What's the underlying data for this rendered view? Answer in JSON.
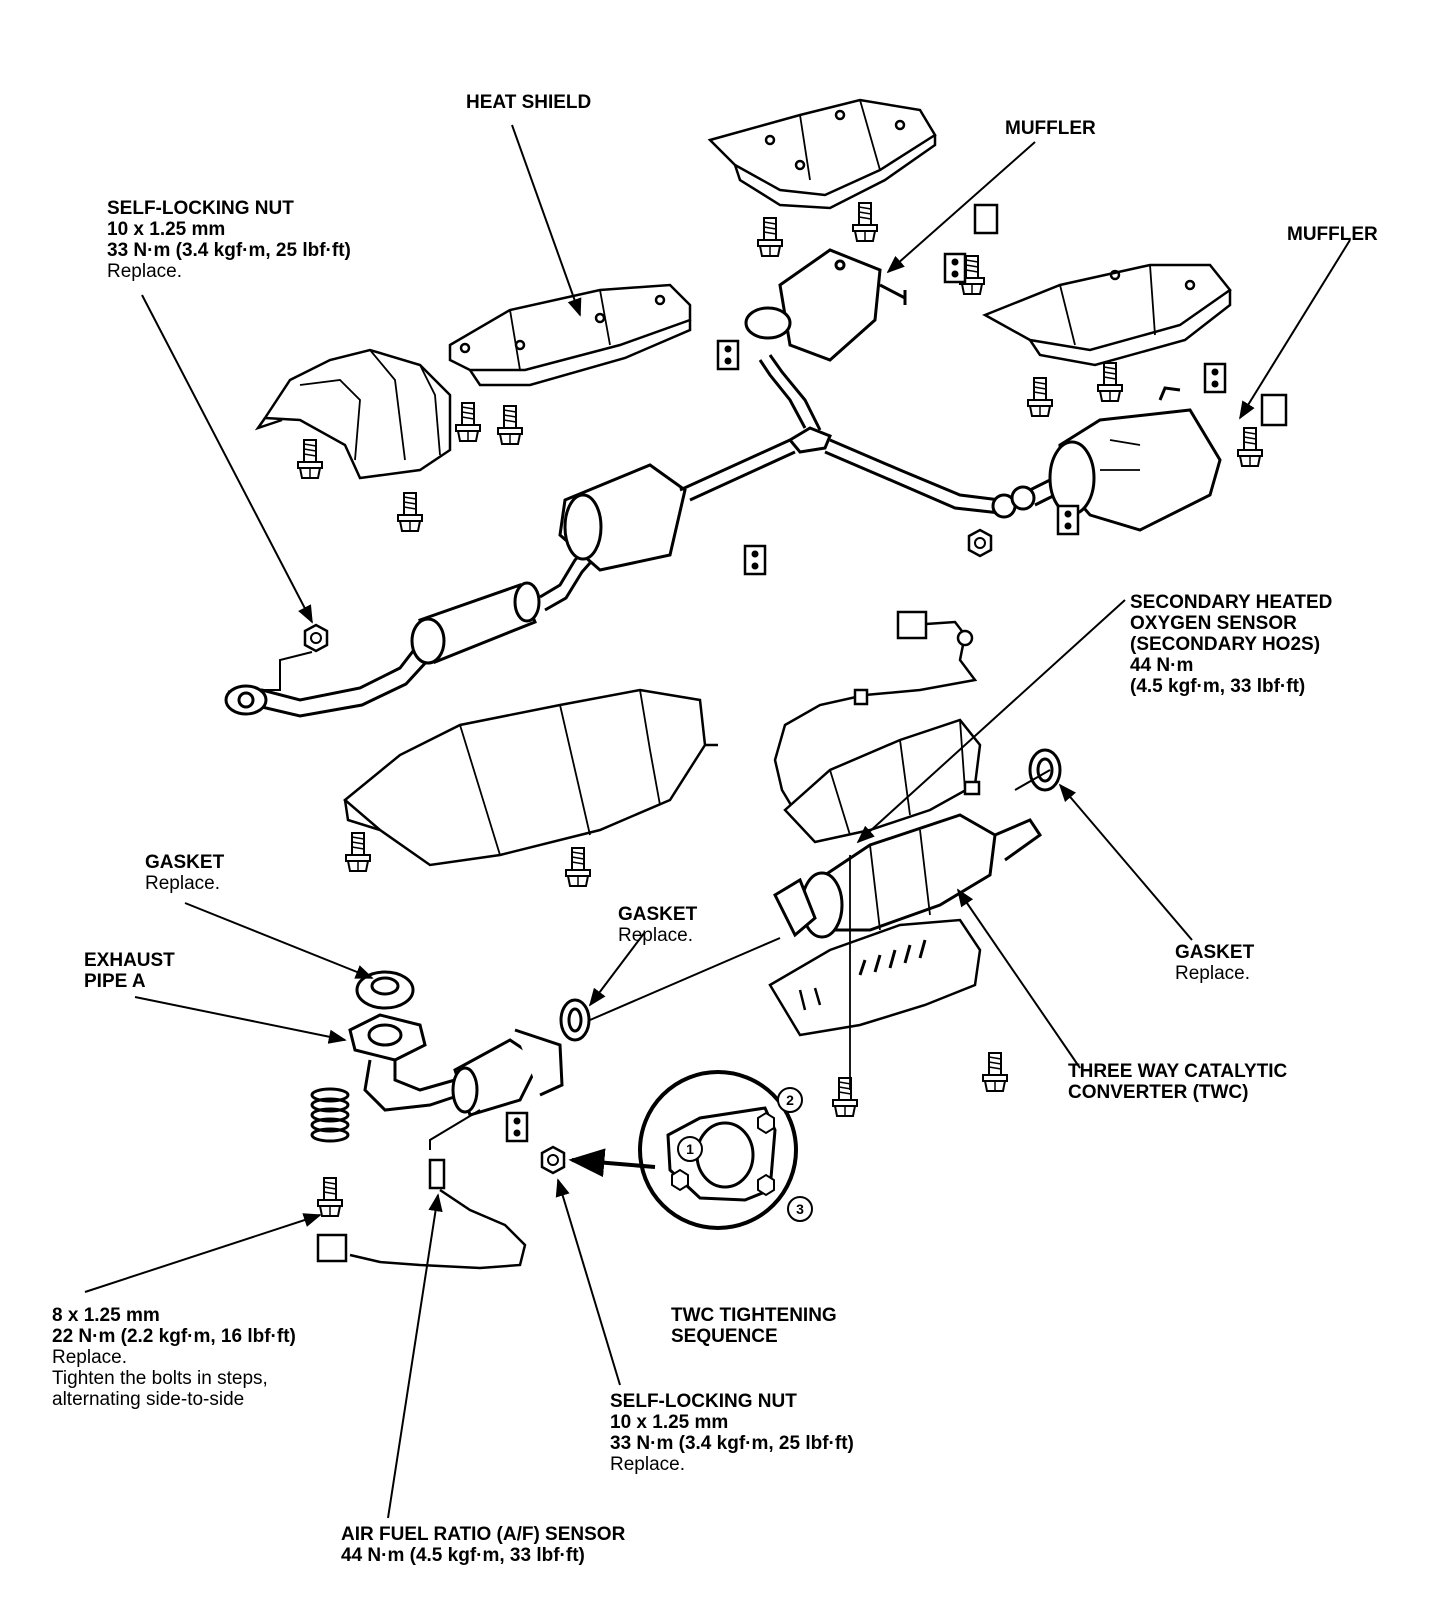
{
  "labels": {
    "heat_shield": "HEAT SHIELD",
    "muffler_upper": "MUFFLER",
    "muffler_right": "MUFFLER",
    "self_locking_nut_top": {
      "l1": "SELF-LOCKING NUT",
      "l2": "10 x 1.25 mm",
      "l3": "33 N·m (3.4 kgf·m, 25 lbf·ft)",
      "l4": "Replace."
    },
    "secondary_ho2s": {
      "l1": "SECONDARY HEATED",
      "l2": "OXYGEN SENSOR",
      "l3": "(SECONDARY HO2S)",
      "l4": "44 N·m",
      "l5": "(4.5 kgf·m, 33 lbf·ft)"
    },
    "gasket_left": {
      "l1": "GASKET",
      "l2": "Replace."
    },
    "gasket_mid": {
      "l1": "GASKET",
      "l2": "Replace."
    },
    "gasket_right": {
      "l1": "GASKET",
      "l2": "Replace."
    },
    "exhaust_pipe_a": {
      "l1": "EXHAUST",
      "l2": "PIPE A"
    },
    "twc": {
      "l1": "THREE WAY CATALYTIC",
      "l2": "CONVERTER (TWC)"
    },
    "twc_sequence": {
      "l1": "TWC TIGHTENING",
      "l2": "SEQUENCE"
    },
    "bolt_spec": {
      "l1": "8 x 1.25 mm",
      "l2": "22 N·m (2.2 kgf·m, 16 lbf·ft)",
      "l3": "Replace.",
      "l4": "Tighten the bolts in steps,",
      "l5": "alternating side-to-side"
    },
    "self_locking_nut_bottom": {
      "l1": "SELF-LOCKING NUT",
      "l2": "10 x 1.25 mm",
      "l3": "33 N·m (3.4 kgf·m, 25 lbf·ft)",
      "l4": "Replace."
    },
    "af_sensor": {
      "l1": "AIR FUEL RATIO (A/F) SENSOR",
      "l2": "44 N·m (4.5 kgf·m, 33 lbf·ft)"
    }
  },
  "sequence": {
    "s1": "1",
    "s2": "2",
    "s3": "3"
  }
}
